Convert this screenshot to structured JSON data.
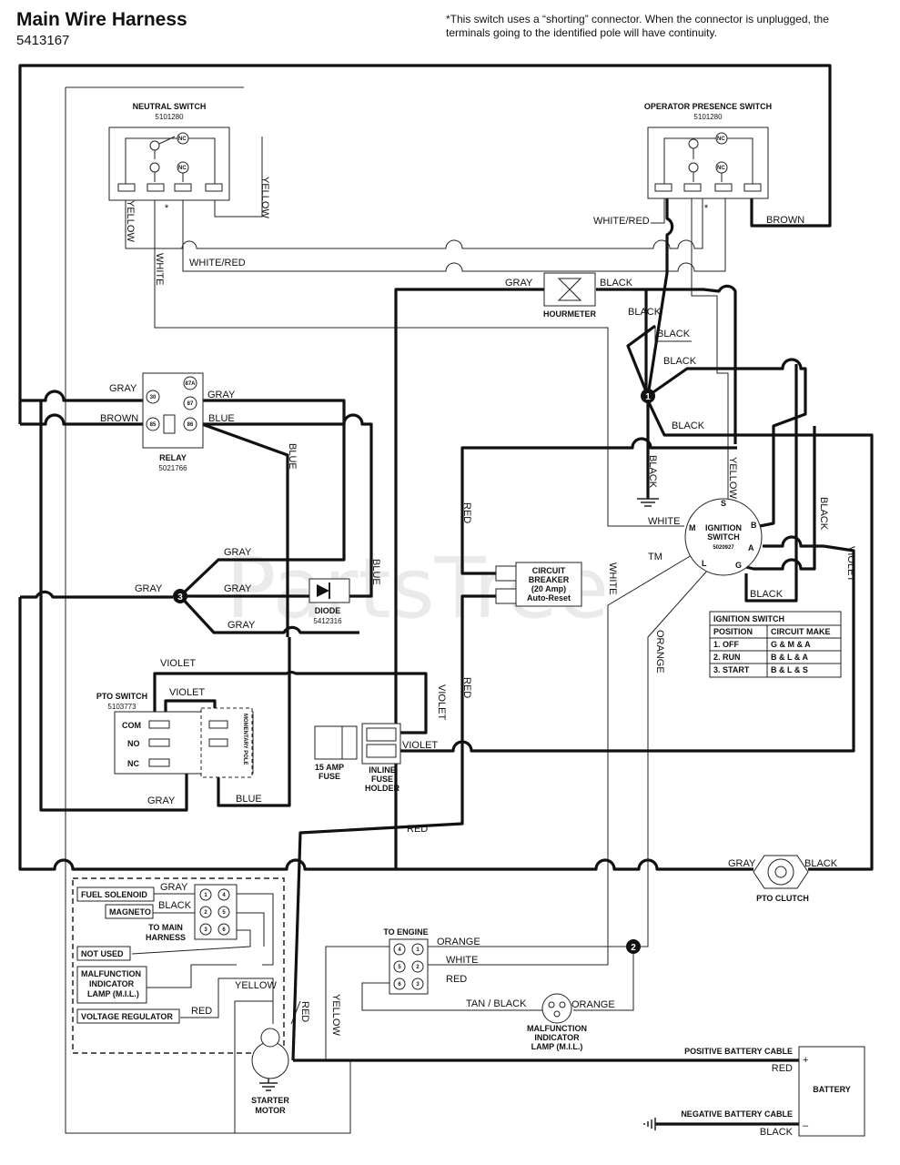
{
  "header": {
    "title": "Main Wire Harness",
    "part_number": "5413167",
    "note": "*This switch uses a “shorting” connector. When the connector is unplugged, the terminals going to the identified pole will have continuity."
  },
  "watermark": "PartsTree",
  "watermark_tm": "TM",
  "components": {
    "neutral_switch": {
      "name": "NEUTRAL SWITCH",
      "part": "5101280"
    },
    "operator_presence_switch": {
      "name": "OPERATOR PRESENCE SWITCH",
      "part": "5101280"
    },
    "hourmeter": {
      "name": "HOURMETER"
    },
    "relay": {
      "name": "RELAY",
      "part": "5021766",
      "terminals": [
        "30",
        "87A",
        "87",
        "85",
        "86"
      ]
    },
    "diode": {
      "name": "DIODE",
      "part": "5412316"
    },
    "circuit_breaker": {
      "line1": "CIRCUIT",
      "line2": "BREAKER",
      "line3": "(20 Amp)",
      "line4": "Auto-Reset"
    },
    "pto_switch": {
      "name": "PTO SWITCH",
      "part": "5103773",
      "com": "COM",
      "no": "NO",
      "nc": "NC",
      "momentary": "MOMENTARY POLE"
    },
    "fuse": {
      "line1": "15 AMP",
      "line2": "FUSE"
    },
    "inline_fuse_holder": {
      "line1": "INLINE",
      "line2": "FUSE",
      "line3": "HOLDER"
    },
    "ignition_switch": {
      "name": "IGNITION",
      "name2": "SWITCH",
      "part": "5020927",
      "terminals": [
        "S",
        "M",
        "B",
        "A",
        "L",
        "G"
      ]
    },
    "pto_clutch": {
      "name": "PTO CLUTCH"
    },
    "starter_motor": {
      "line1": "STARTER",
      "line2": "MOTOR"
    },
    "battery": {
      "name": "BATTERY",
      "plus": "+",
      "minus": "–"
    },
    "mil_lamp": {
      "line1": "MALFUNCTION",
      "line2": "INDICATOR",
      "line3": "LAMP (M.I.L.)"
    },
    "to_engine": {
      "title": "TO ENGINE",
      "pins": [
        "4",
        "1",
        "5",
        "2",
        "6",
        "3"
      ]
    },
    "to_main_harness": {
      "line1": "TO MAIN",
      "line2": "HARNESS",
      "pins": [
        "1",
        "4",
        "2",
        "5",
        "3",
        "6"
      ]
    }
  },
  "engine_side_labels": {
    "fuel_solenoid": "FUEL SOLENOID",
    "magneto": "MAGNETO",
    "not_used": "NOT USED",
    "mil1": "MALFUNCTION",
    "mil2": "INDICATOR",
    "mil3": "LAMP (M.I.L.)",
    "voltage_regulator": "VOLTAGE REGULATOR"
  },
  "ignition_table": {
    "title": "IGNITION SWITCH",
    "headers": [
      "POSITION",
      "CIRCUIT MAKE"
    ],
    "rows": [
      [
        "1. OFF",
        "G & M & A"
      ],
      [
        "2. RUN",
        "B & L & A"
      ],
      [
        "3. START",
        "B & L & S"
      ]
    ]
  },
  "wire_colors": {
    "yellow": "YELLOW",
    "white": "WHITE",
    "white_red": "WHITE/RED",
    "brown": "BROWN",
    "gray": "GRAY",
    "black": "BLACK",
    "blue": "BLUE",
    "red": "RED",
    "violet": "VIOLET",
    "orange": "ORANGE",
    "tan_black": "TAN / BLACK"
  },
  "cables": {
    "positive": "POSITIVE BATTERY CABLE",
    "negative": "NEGATIVE BATTERY CABLE"
  },
  "splices": [
    "1",
    "2",
    "3"
  ],
  "switch_contact_labels": {
    "nc": "NC",
    "no": "NO"
  },
  "asterisk": "*"
}
